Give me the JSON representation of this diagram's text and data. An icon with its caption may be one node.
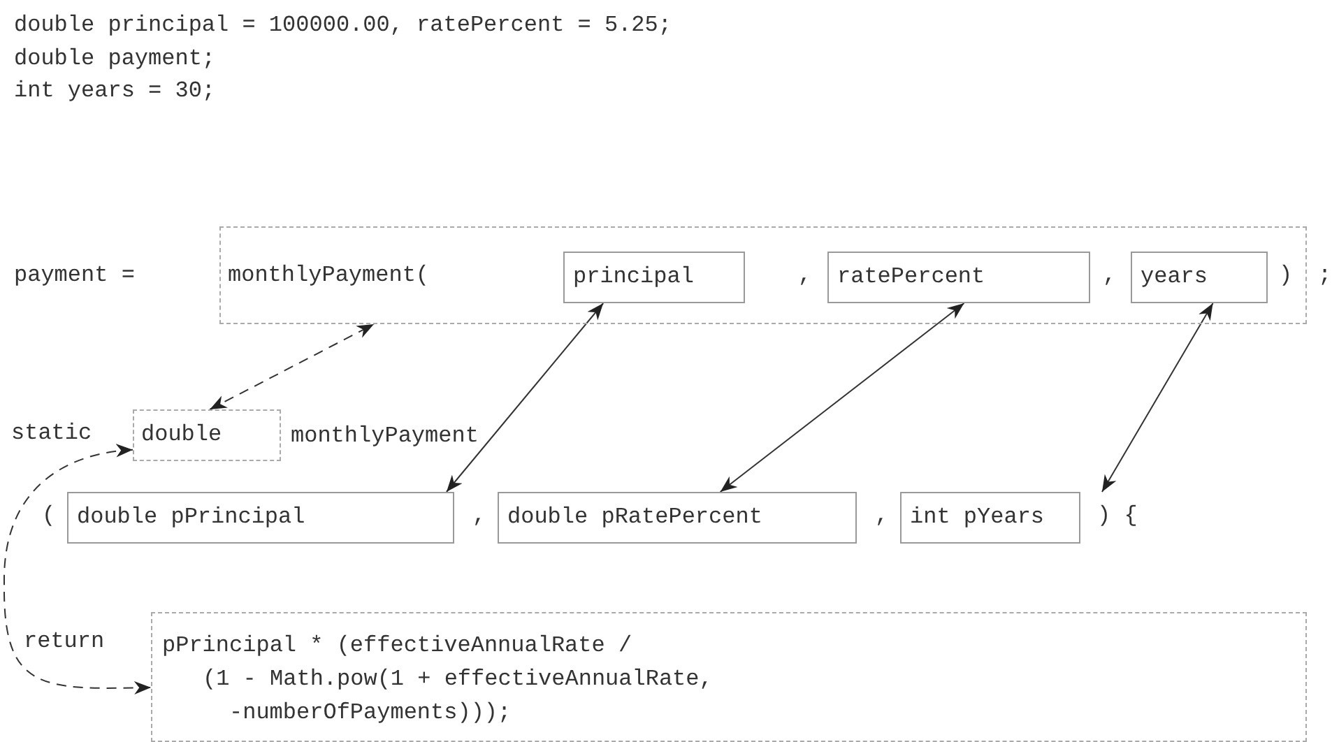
{
  "diagram": {
    "nodes": [
      {
        "text": [
          "monthlyPayment(",
          ",",
          ",",
          ")"
        ]
      },
      {
        "text": [
          "principal"
        ],
        "in": 0
      },
      {
        "text": [
          "ratePercent"
        ],
        "in": 0
      },
      {
        "text": [
          "years"
        ],
        "in": 0
      },
      {
        "text": [
          "double"
        ]
      },
      {
        "text": [
          "double pPrincipal"
        ]
      },
      {
        "text": [
          "double pRatePercent"
        ]
      },
      {
        "text": [
          "int pYears"
        ]
      },
      {
        "text": [
          "pPrincipal * (effectiveAnnualRate /",
          "(1 - Math.pow(1 + effectiveAnnualRate,",
          "-numberOfPayments)));"
        ]
      }
    ],
    "edges": [
      {
        "from": 4,
        "to": 0,
        "arrow": "both",
        "style": "dashed"
      },
      {
        "from": 5,
        "to": 1,
        "arrow": "both"
      },
      {
        "from": 6,
        "to": 2,
        "arrow": "both"
      },
      {
        "from": 7,
        "to": 3,
        "arrow": "both"
      },
      {
        "from": 4,
        "to": 8,
        "arrow": "both",
        "style": "dashed"
      }
    ],
    "labels": [
      "double principal = 100000.00, ratePercent = 5.25;",
      "double payment;",
      "int years = 30;",
      "payment =",
      ";",
      "static",
      "monthlyPayment",
      "(",
      ",",
      ",",
      ") {",
      "return"
    ]
  }
}
